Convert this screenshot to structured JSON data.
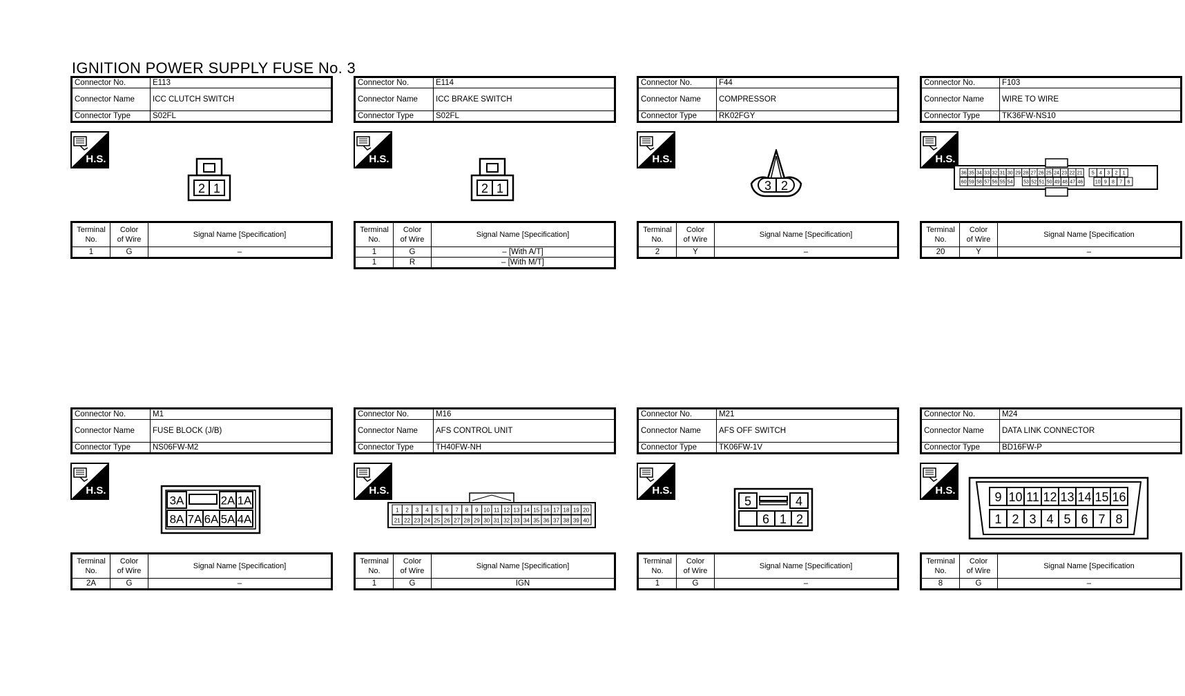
{
  "title": "IGNITION POWER SUPPLY FUSE No. 3",
  "labels": {
    "connector_no": "Connector No.",
    "connector_name": "Connector Name",
    "connector_type": "Connector Type",
    "terminal_no_1": "Terminal",
    "terminal_no_2": "No.",
    "color_1": "Color",
    "color_2": "of Wire",
    "signal_name": "Signal Name [Specification]",
    "signal_name_alt": "Signal Name [Specification",
    "hs": "H.S."
  },
  "connectors": [
    {
      "no": "E113",
      "name": "ICC CLUTCH SWITCH",
      "type": "S02FL",
      "rows": [
        {
          "t": "1",
          "c": "G",
          "s": "–"
        }
      ]
    },
    {
      "no": "E114",
      "name": "ICC BRAKE SWITCH",
      "type": "S02FL",
      "rows": [
        {
          "t": "1",
          "c": "G",
          "s": "– [With A/T]"
        },
        {
          "t": "1",
          "c": "R",
          "s": "– [With M/T]"
        }
      ]
    },
    {
      "no": "F44",
      "name": "COMPRESSOR",
      "type": "RK02FGY",
      "rows": [
        {
          "t": "2",
          "c": "Y",
          "s": "–"
        }
      ]
    },
    {
      "no": "F103",
      "name": "WIRE TO WIRE",
      "type": "TK36FW-NS10",
      "rows": [
        {
          "t": "20",
          "c": "Y",
          "s": "–"
        }
      ]
    },
    {
      "no": "M1",
      "name": "FUSE BLOCK (J/B)",
      "type": "NS06FW-M2",
      "rows": [
        {
          "t": "2A",
          "c": "G",
          "s": "–"
        }
      ]
    },
    {
      "no": "M16",
      "name": "AFS CONTROL UNIT",
      "type": "TH40FW-NH",
      "rows": [
        {
          "t": "1",
          "c": "G",
          "s": "IGN"
        }
      ]
    },
    {
      "no": "M21",
      "name": "AFS OFF SWITCH",
      "type": "TK06FW-1V",
      "rows": [
        {
          "t": "1",
          "c": "G",
          "s": "–"
        }
      ]
    },
    {
      "no": "M24",
      "name": "DATA LINK CONNECTOR",
      "type": "BD16FW-P",
      "rows": [
        {
          "t": "8",
          "c": "G",
          "s": "–"
        }
      ]
    }
  ],
  "pins": {
    "e113": [
      "2",
      "1"
    ],
    "e114": [
      "2",
      "1"
    ],
    "f44": [
      "3",
      "2"
    ],
    "f103_top": [
      "36",
      "35",
      "34",
      "33",
      "32",
      "31",
      "30",
      "29",
      "28",
      "27",
      "26",
      "25",
      "24",
      "23",
      "22",
      "21",
      "5",
      "4",
      "3",
      "2",
      "1"
    ],
    "f103_bot": [
      "60",
      "59",
      "58",
      "57",
      "56",
      "55",
      "54",
      "53",
      "52",
      "51",
      "50",
      "49",
      "48",
      "47",
      "46",
      "10",
      "9",
      "8",
      "7",
      "6"
    ],
    "m1_top": [
      "3A",
      "2A",
      "1A"
    ],
    "m1_bot": [
      "8A",
      "7A",
      "6A",
      "5A",
      "4A"
    ],
    "m16_top": [
      "1",
      "2",
      "3",
      "4",
      "5",
      "6",
      "7",
      "8",
      "9",
      "10",
      "11",
      "12",
      "13",
      "14",
      "15",
      "16",
      "17",
      "18",
      "19",
      "20"
    ],
    "m16_bot": [
      "21",
      "22",
      "23",
      "24",
      "25",
      "26",
      "27",
      "28",
      "29",
      "30",
      "31",
      "32",
      "33",
      "34",
      "35",
      "36",
      "37",
      "38",
      "39",
      "40"
    ],
    "m21": [
      "5",
      "4",
      "6",
      "1",
      "2"
    ],
    "m24_top": [
      "9",
      "10",
      "11",
      "12",
      "13",
      "14",
      "15",
      "16"
    ],
    "m24_bot": [
      "1",
      "2",
      "3",
      "4",
      "5",
      "6",
      "7",
      "8"
    ]
  }
}
